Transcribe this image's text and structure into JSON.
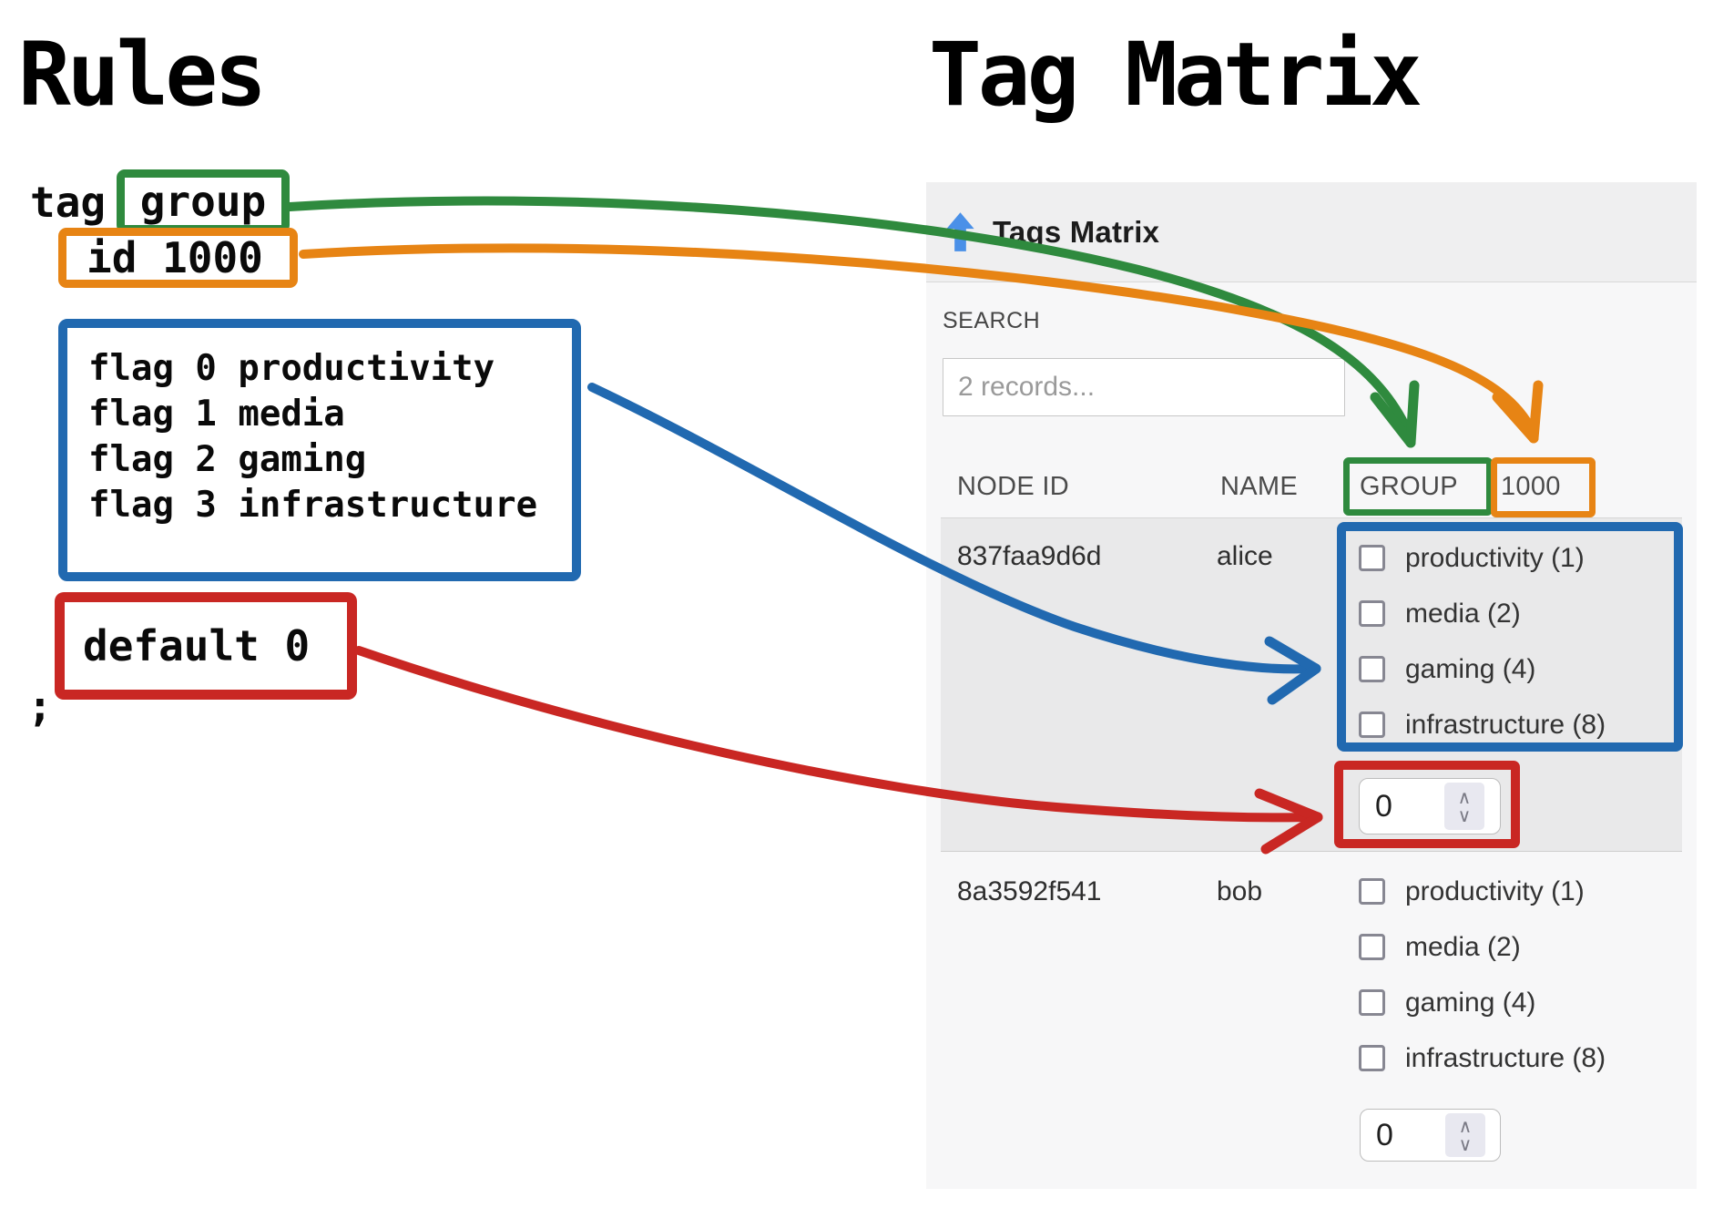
{
  "left": {
    "title": "Rules",
    "code": {
      "tag_keyword": "tag",
      "tag_value": "group",
      "id_line": "id 1000",
      "flags": [
        "flag 0 productivity",
        "flag 1 media",
        "flag 2 gaming",
        "flag 3 infrastructure"
      ],
      "default_line": "default 0",
      "terminator": ";"
    }
  },
  "right": {
    "title": "Tag Matrix",
    "panel": {
      "header": {
        "title": "Tags Matrix",
        "icon": "blue-up-arrow-icon"
      },
      "search": {
        "label": "SEARCH",
        "placeholder": "2 records..."
      },
      "table": {
        "columns": [
          "NODE ID",
          "NAME",
          "GROUP",
          "1000"
        ],
        "rows": [
          {
            "node_id": "837faa9d6d",
            "name": "alice",
            "value": "0",
            "tags": [
              {
                "label": "productivity (1)",
                "checked": false
              },
              {
                "label": "media (2)",
                "checked": false
              },
              {
                "label": "gaming (4)",
                "checked": false
              },
              {
                "label": "infrastructure (8)",
                "checked": false
              }
            ]
          },
          {
            "node_id": "8a3592f541",
            "name": "bob",
            "value": "0",
            "tags": [
              {
                "label": "productivity (1)",
                "checked": false
              },
              {
                "label": "media (2)",
                "checked": false
              },
              {
                "label": "gaming (4)",
                "checked": false
              },
              {
                "label": "infrastructure (8)",
                "checked": false
              }
            ]
          }
        ]
      }
    }
  },
  "annotation_colors": {
    "tag_group": "#2f8a3e",
    "id_1000": "#e78414",
    "flags": "#2169b0",
    "default": "#c92723"
  },
  "icon_colors": {
    "up_arrow": "#4a90e8"
  }
}
